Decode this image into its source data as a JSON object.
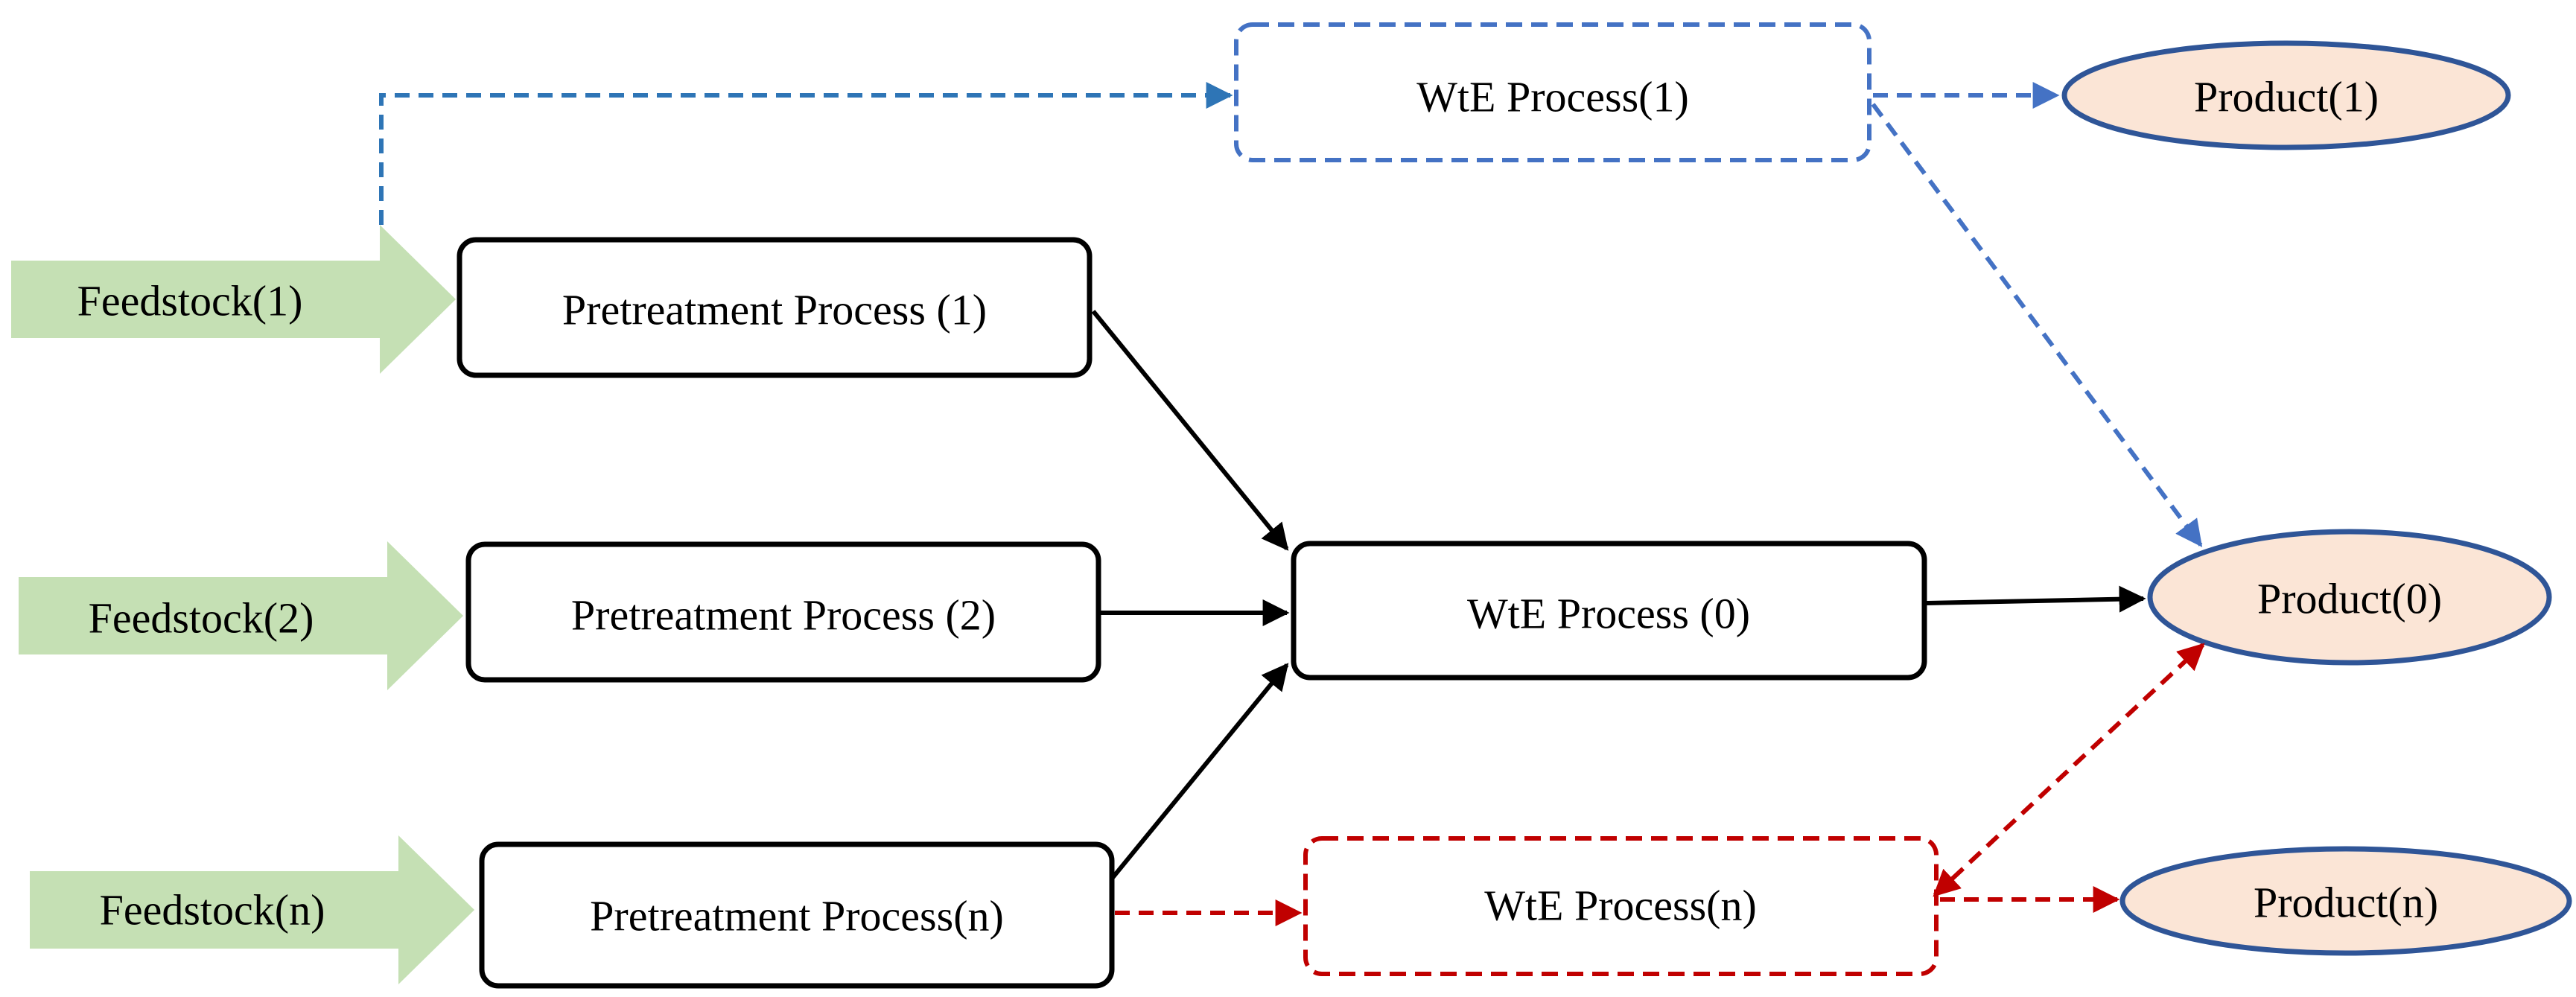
{
  "feedstocks": [
    {
      "label": "Feedstock(1)"
    },
    {
      "label": "Feedstock(2)"
    },
    {
      "label": "Feedstock(n)"
    }
  ],
  "pretreatment": [
    {
      "label": "Pretreatment Process (1)"
    },
    {
      "label": "Pretreatment Process (2)"
    },
    {
      "label": "Pretreatment Process(n)"
    }
  ],
  "wte": {
    "p1": {
      "label": "WtE Process(1)"
    },
    "p0": {
      "label": "WtE Process (0)"
    },
    "pn": {
      "label": "WtE Process(n)"
    }
  },
  "products": {
    "p1": {
      "label": "Product(1)"
    },
    "p0": {
      "label": "Product(0)"
    },
    "pn": {
      "label": "Product(n)"
    }
  },
  "colors": {
    "feedstock_fill": "#c5e0b4",
    "product_fill": "#fbe5d6",
    "product_stroke": "#2f5597",
    "path_1": "#4472c4",
    "path_1_feed": "#2e75b6",
    "path_n": "#c00000",
    "solid": "#000000"
  }
}
